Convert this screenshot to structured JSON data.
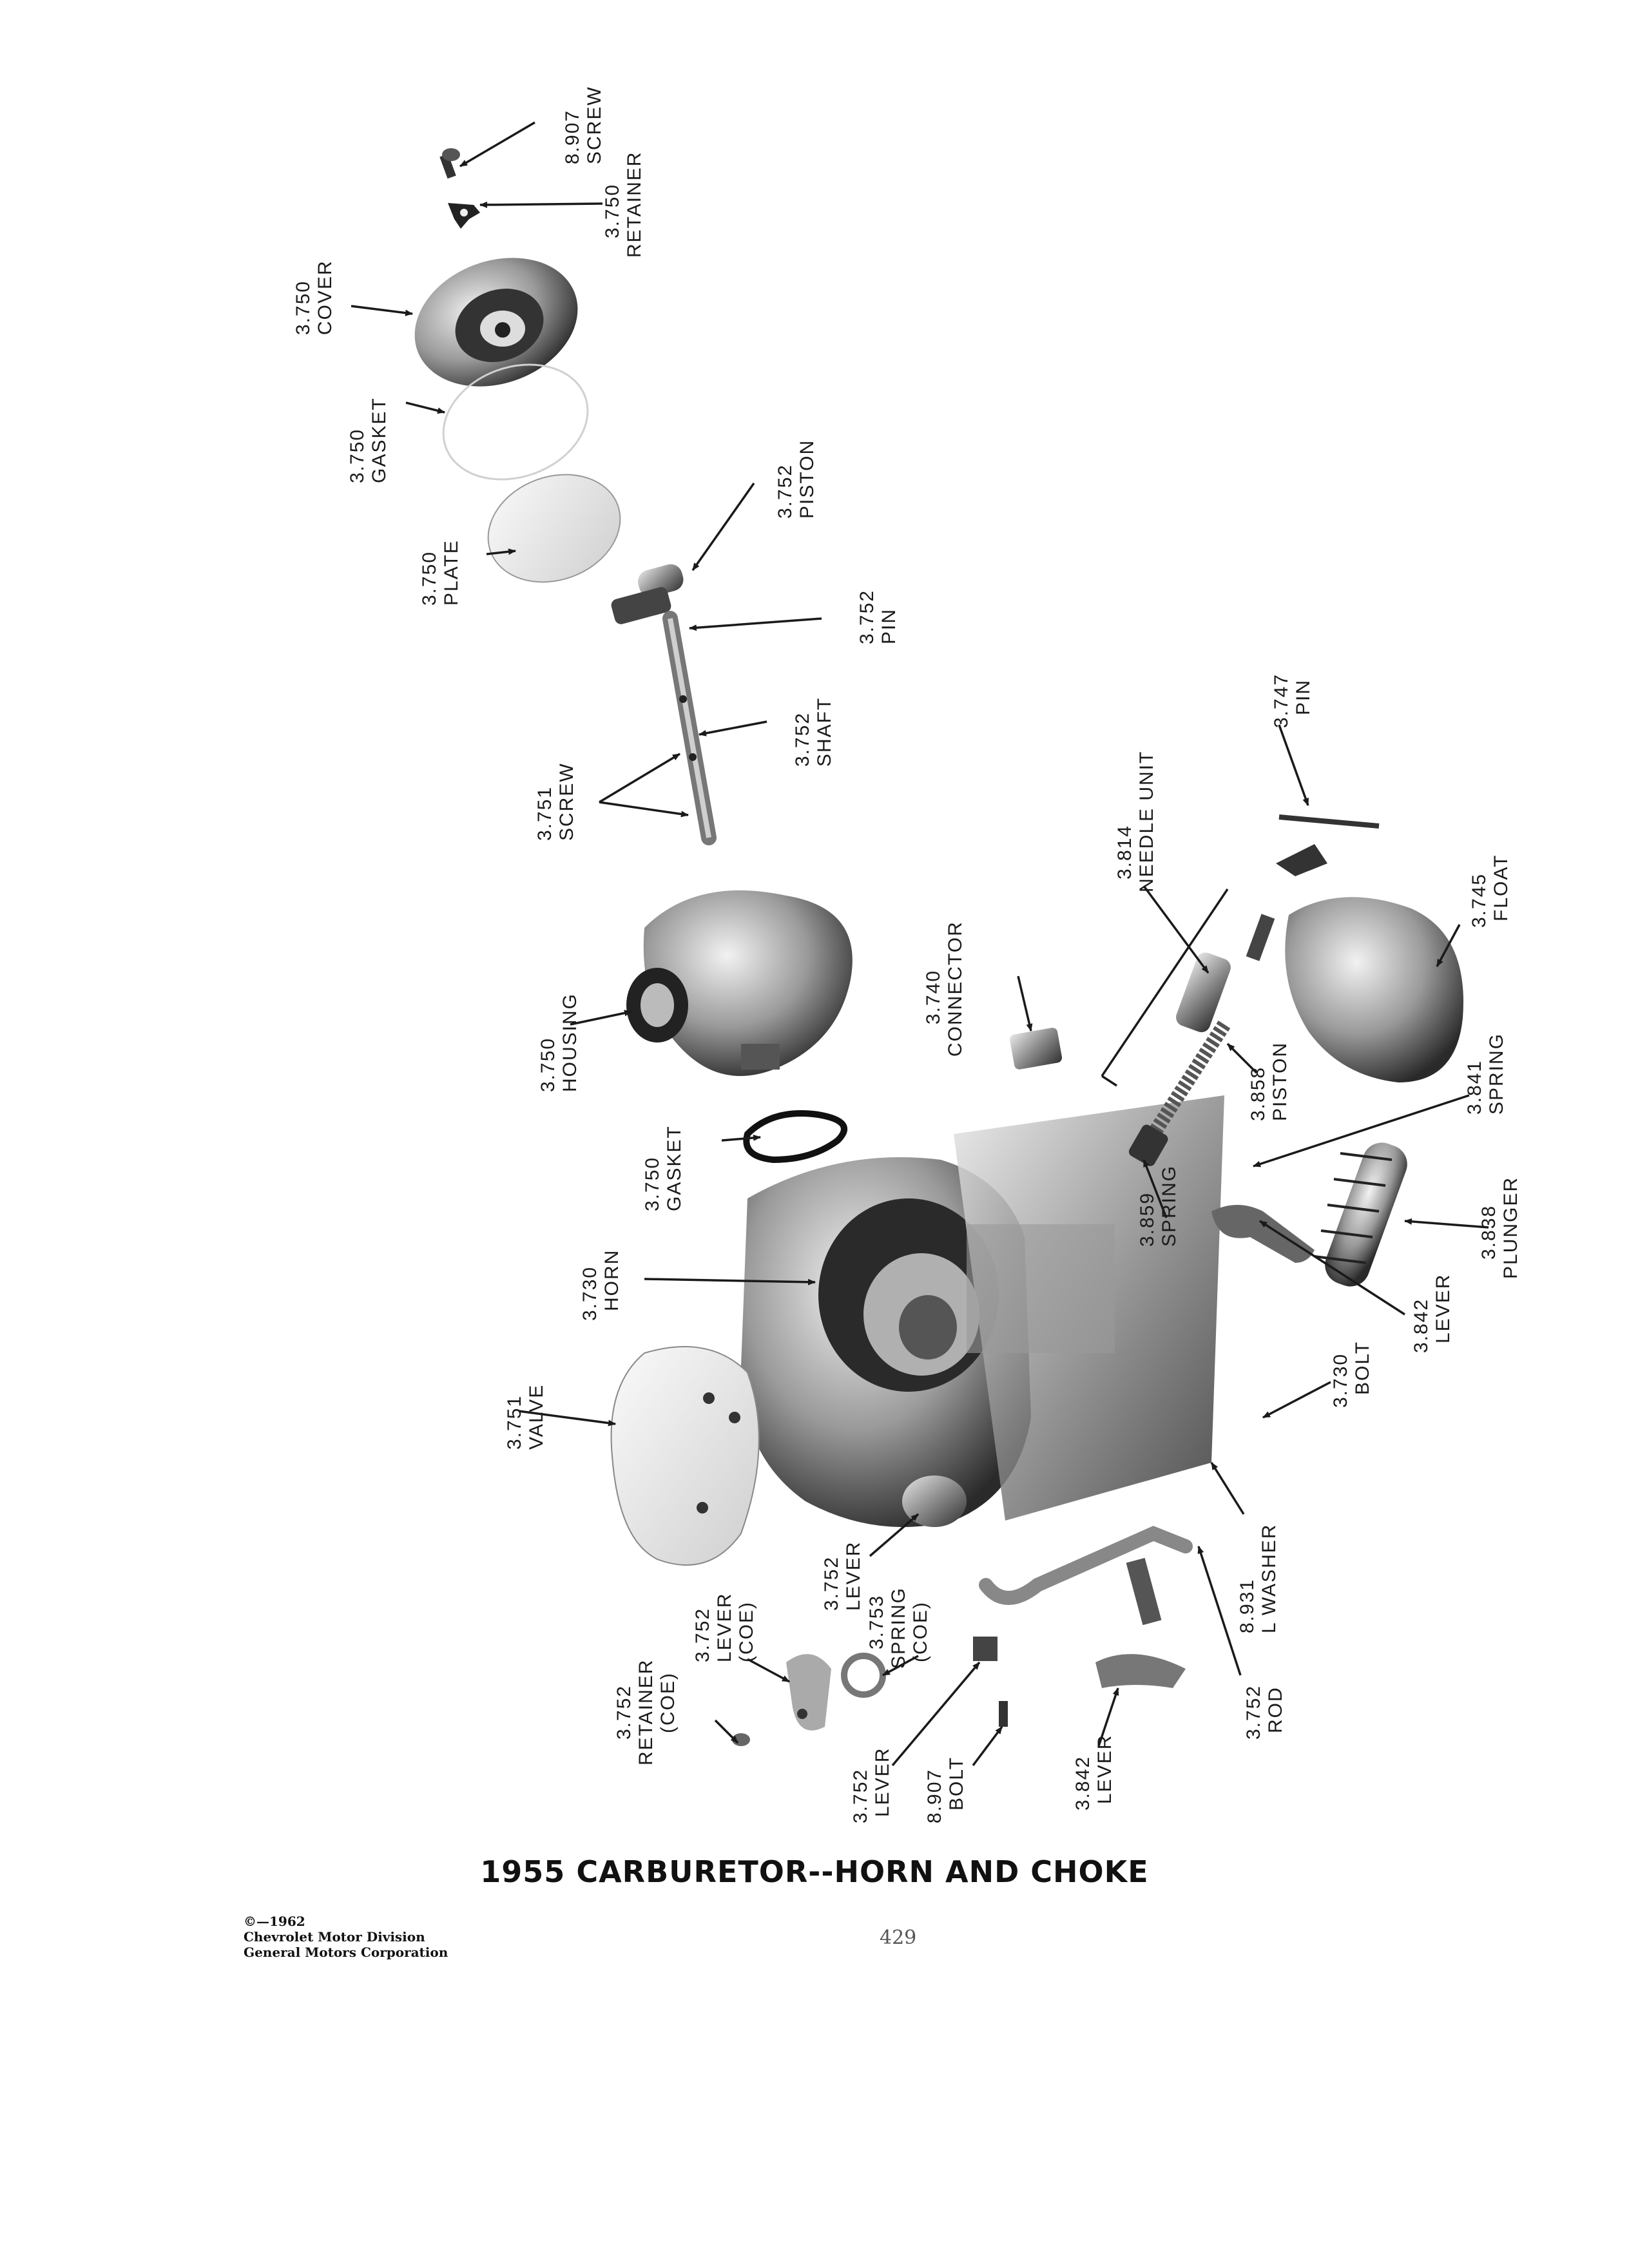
{
  "callouts": [
    {
      "id": "c1",
      "number": "8.907",
      "name": "SCREW"
    },
    {
      "id": "c2",
      "number": "3.750",
      "name": "RETAINER"
    },
    {
      "id": "c3",
      "number": "3.750",
      "name": "COVER"
    },
    {
      "id": "c4",
      "number": "3.750",
      "name": "GASKET"
    },
    {
      "id": "c5",
      "number": "3.752",
      "name": "PISTON"
    },
    {
      "id": "c6",
      "number": "3.750",
      "name": "PLATE"
    },
    {
      "id": "c7",
      "number": "3.752",
      "name": "PIN"
    },
    {
      "id": "c8",
      "number": "3.752",
      "name": "SHAFT"
    },
    {
      "id": "c9",
      "number": "3.751",
      "name": "SCREW"
    },
    {
      "id": "c10",
      "number": "3.747",
      "name": "PIN"
    },
    {
      "id": "c11",
      "number": "3.814",
      "name": "NEEDLE UNIT"
    },
    {
      "id": "c12",
      "number": "3.745",
      "name": "FLOAT"
    },
    {
      "id": "c13",
      "number": "3.740",
      "name": "CONNECTOR"
    },
    {
      "id": "c14",
      "number": "3.750",
      "name": "HOUSING"
    },
    {
      "id": "c15",
      "number": "3.858",
      "name": "PISTON"
    },
    {
      "id": "c16",
      "number": "3.841",
      "name": "SPRING"
    },
    {
      "id": "c17",
      "number": "3.750",
      "name": "GASKET"
    },
    {
      "id": "c18",
      "number": "3.859",
      "name": "SPRING"
    },
    {
      "id": "c19",
      "number": "3.838",
      "name": "PLUNGER"
    },
    {
      "id": "c20",
      "number": "3.730",
      "name": "HORN"
    },
    {
      "id": "c21",
      "number": "3.842",
      "name": "LEVER"
    },
    {
      "id": "c22",
      "number": "3.730",
      "name": "BOLT"
    },
    {
      "id": "c23",
      "number": "3.751",
      "name": "VALVE"
    },
    {
      "id": "c24",
      "number": "8.931",
      "name": "L WASHER"
    },
    {
      "id": "c25",
      "number": "3.752",
      "name": "LEVER"
    },
    {
      "id": "c26",
      "number": "3.752",
      "name": "LEVER",
      "qualifier": "(COE)"
    },
    {
      "id": "c27",
      "number": "3.753",
      "name": "SPRING",
      "qualifier": "(COE)"
    },
    {
      "id": "c28",
      "number": "3.752",
      "name": "RETAINER",
      "qualifier": "(COE)"
    },
    {
      "id": "c29",
      "number": "3.752",
      "name": "ROD"
    },
    {
      "id": "c30",
      "number": "3.842",
      "name": "LEVER"
    },
    {
      "id": "c31",
      "number": "3.752",
      "name": "LEVER"
    },
    {
      "id": "c32",
      "number": "8.907",
      "name": "BOLT"
    }
  ],
  "title": "1955 CARBURETOR--HORN AND CHOKE",
  "copyright": {
    "line1": "©—1962",
    "line2": "Chevrolet Motor Division",
    "line3": "General Motors Corporation"
  },
  "page_number": "429"
}
